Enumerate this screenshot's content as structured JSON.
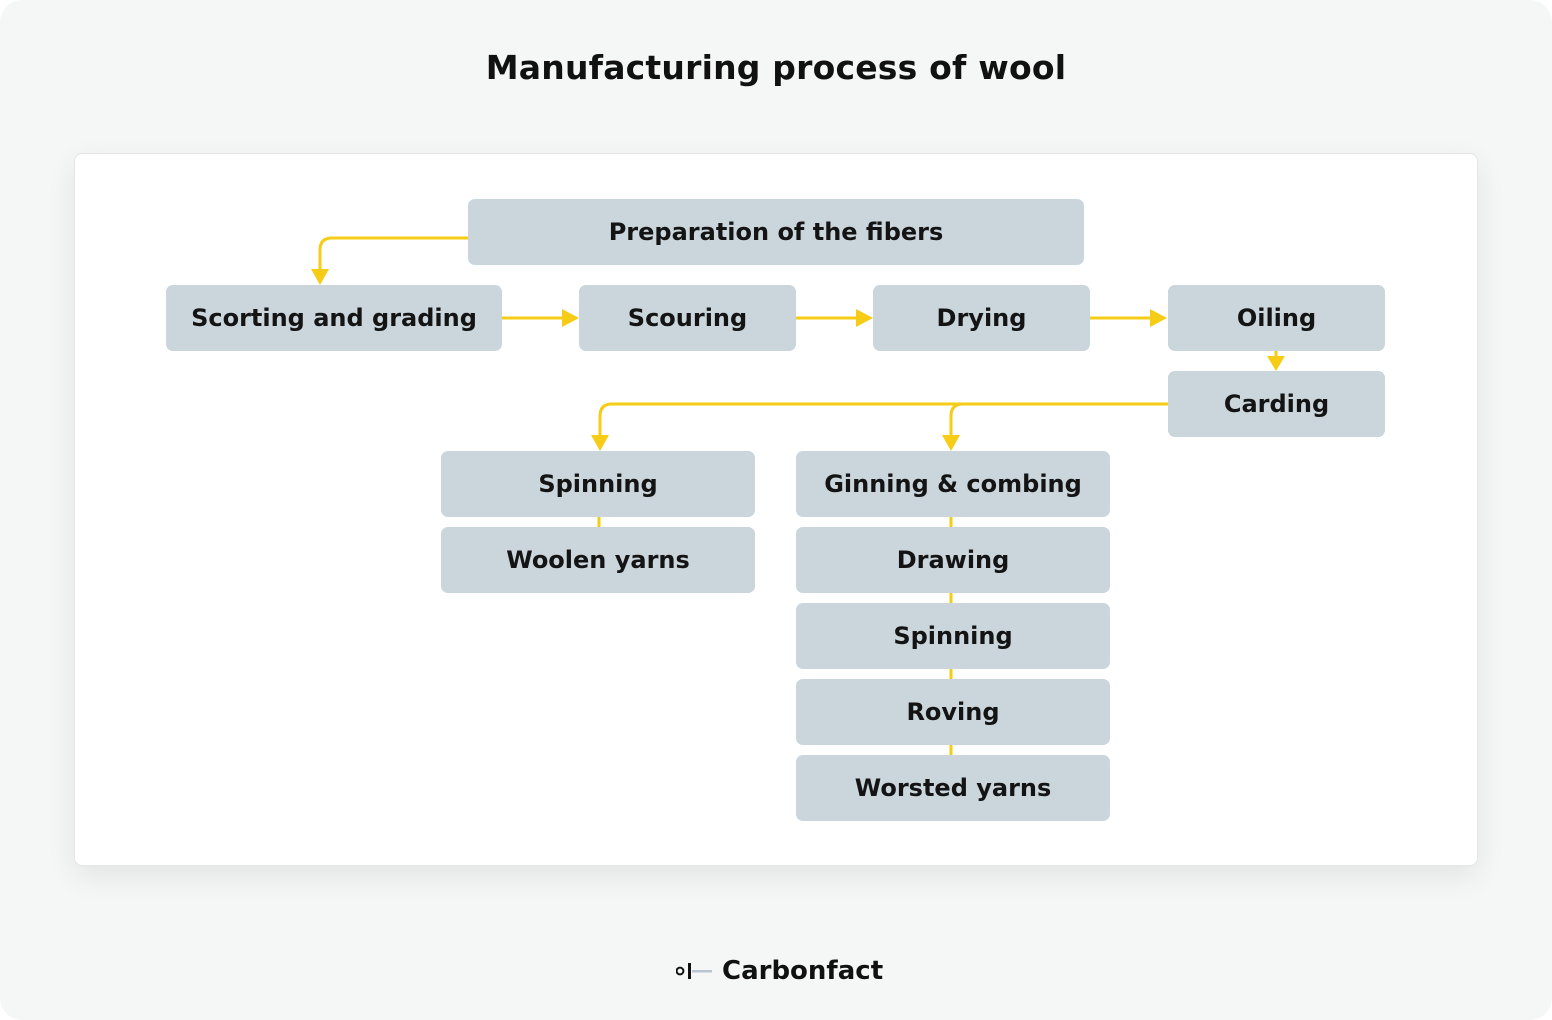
{
  "title": "Manufacturing process of wool",
  "colors": {
    "connector": "#f6cc16",
    "box": "#cad5dc",
    "background": "#f5f7f6"
  },
  "steps": {
    "preparation": "Preparation of the fibers",
    "sorting": "Scorting and grading",
    "scouring": "Scouring",
    "drying": "Drying",
    "oiling": "Oiling",
    "carding": "Carding"
  },
  "woolen_branch": [
    "Spinning",
    "Woolen yarns"
  ],
  "worsted_branch": [
    "Ginning & combing",
    "Drawing",
    "Spinning",
    "Roving",
    "Worsted yarns"
  ],
  "brand": {
    "name": "Carbonfact",
    "logo_icon": "carbonfact-logo-icon"
  }
}
